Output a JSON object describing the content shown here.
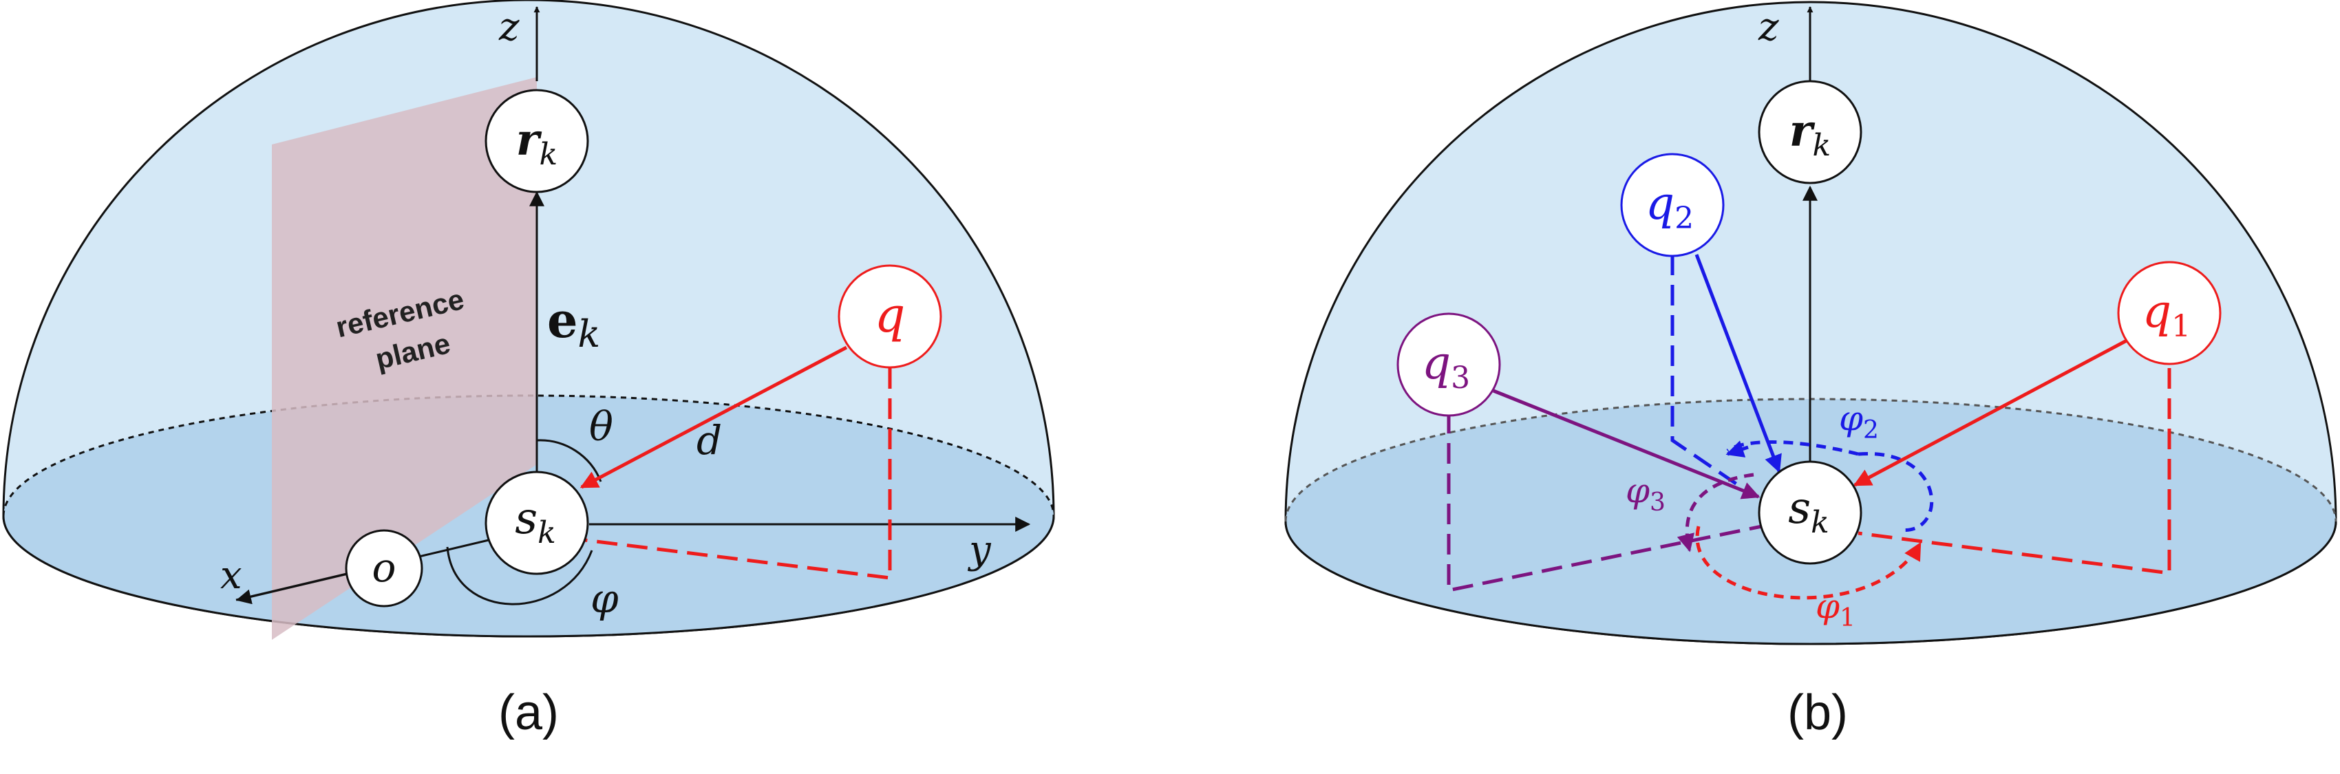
{
  "panel_a": {
    "caption": "(a)",
    "axis_z": "z",
    "axis_x": "x",
    "axis_y": "y",
    "node_r": "r",
    "node_r_sub": "k",
    "node_s": "s",
    "node_s_sub": "k",
    "node_o": "o",
    "node_q": "q",
    "vector_e": "e",
    "vector_e_sub": "k",
    "angle_theta": "θ",
    "angle_phi": "φ",
    "distance_d": "d",
    "plane_label_line1": "reference",
    "plane_label_line2": "plane"
  },
  "panel_b": {
    "caption": "(b)",
    "axis_z": "z",
    "node_r": "r",
    "node_r_sub": "k",
    "node_s": "s",
    "node_s_sub": "k",
    "node_q1": "q",
    "node_q1_sub": "1",
    "node_q2": "q",
    "node_q2_sub": "2",
    "node_q3": "q",
    "node_q3_sub": "3",
    "angle_phi1": "φ",
    "angle_phi1_sub": "1",
    "angle_phi2": "φ",
    "angle_phi2_sub": "2",
    "angle_phi3": "φ",
    "angle_phi3_sub": "3"
  },
  "colors": {
    "dome_fill": "#d4e8f6",
    "base_fill": "#b3d3ec",
    "plane_fill": "#d7bcc4",
    "red": "#ee1c1c",
    "blue": "#1a1ae6",
    "purple": "#7d1480",
    "ink": "#111111"
  }
}
